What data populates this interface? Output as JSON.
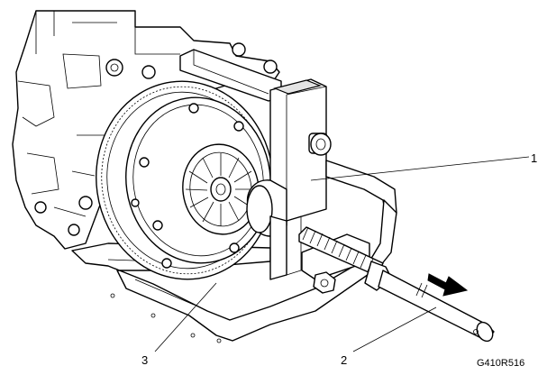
{
  "callouts": {
    "c1": "1",
    "c2": "2",
    "c3": "3"
  },
  "figure_code": "G410R516"
}
